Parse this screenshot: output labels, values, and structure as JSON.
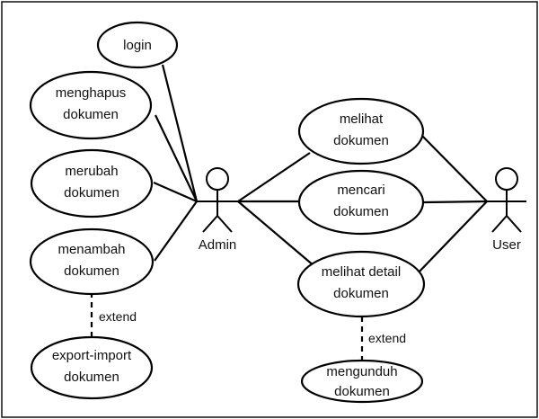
{
  "diagram": {
    "actors": {
      "admin": "Admin",
      "user": "User"
    },
    "use_cases": {
      "login": [
        "login"
      ],
      "menghapus": [
        "menghapus",
        "dokumen"
      ],
      "merubah": [
        "merubah",
        "dokumen"
      ],
      "menambah": [
        "menambah",
        "dokumen"
      ],
      "export_import": [
        "export-import",
        "dokumen"
      ],
      "melihat": [
        "melihat",
        "dokumen"
      ],
      "mencari": [
        "mencari",
        "dokumen"
      ],
      "melihat_detail": [
        "melihat detail",
        "dokumen"
      ],
      "mengunduh": [
        "mengunduh",
        "dokumen"
      ]
    },
    "relations": {
      "extend_left": "extend",
      "extend_right": "extend"
    }
  }
}
